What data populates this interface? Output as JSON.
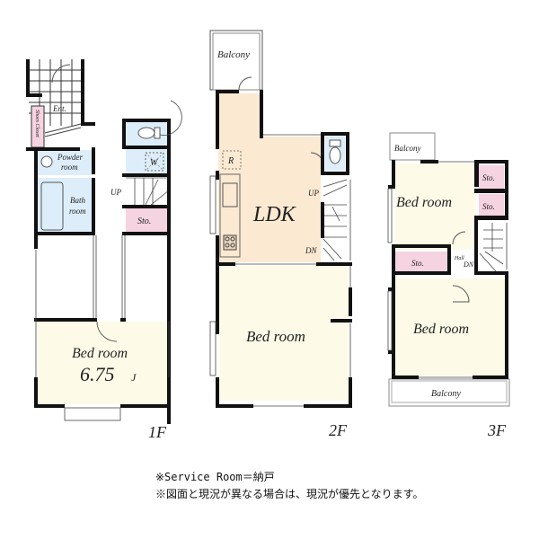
{
  "floors": [
    {
      "id": "1F",
      "label": "1F",
      "rooms": [
        {
          "name": "entrance",
          "label": "Ent."
        },
        {
          "name": "shoes-closet",
          "label": "Shoes Closet"
        },
        {
          "name": "powder-room",
          "label_line1": "Powder",
          "label_line2": "room"
        },
        {
          "name": "bath-room",
          "label_line1": "Bath",
          "label_line2": "room"
        },
        {
          "name": "washer",
          "label": "W"
        },
        {
          "name": "storage",
          "label": "Sto."
        },
        {
          "name": "stairs",
          "label": "UP"
        },
        {
          "name": "bedroom",
          "label": "Bed room",
          "size": "6.75",
          "unit": "J"
        }
      ]
    },
    {
      "id": "2F",
      "label": "2F",
      "rooms": [
        {
          "name": "balcony",
          "label": "Balcony"
        },
        {
          "name": "ldk",
          "label": "LDK"
        },
        {
          "name": "refrigerator",
          "label": "R"
        },
        {
          "name": "stairs-up",
          "label": "UP"
        },
        {
          "name": "stairs-down",
          "label": "DN"
        },
        {
          "name": "bedroom",
          "label": "Bed room"
        }
      ]
    },
    {
      "id": "3F",
      "label": "3F",
      "rooms": [
        {
          "name": "balcony-top",
          "label": "Balcony"
        },
        {
          "name": "bedroom-top",
          "label": "Bed room"
        },
        {
          "name": "storage-1",
          "label": "Sto."
        },
        {
          "name": "storage-2",
          "label": "Sto."
        },
        {
          "name": "storage-3",
          "label": "Sto."
        },
        {
          "name": "hall",
          "label": "Hall"
        },
        {
          "name": "stairs-down",
          "label": "DN"
        },
        {
          "name": "bedroom-bottom",
          "label": "Bed room"
        },
        {
          "name": "balcony-bottom",
          "label": "Balcony"
        }
      ]
    }
  ],
  "notes": [
    "※Service Room＝納戸",
    "※図面と現況が異なる場合は、現況が優先となります。"
  ],
  "colors": {
    "wall": "#111111",
    "bedroom_fill": "#fdfbe8",
    "ldk_fill": "#fbe9d2",
    "wet_fill": "#ddeefa",
    "storage_fill": "#f5d3e0",
    "tile_line": "#333333"
  }
}
